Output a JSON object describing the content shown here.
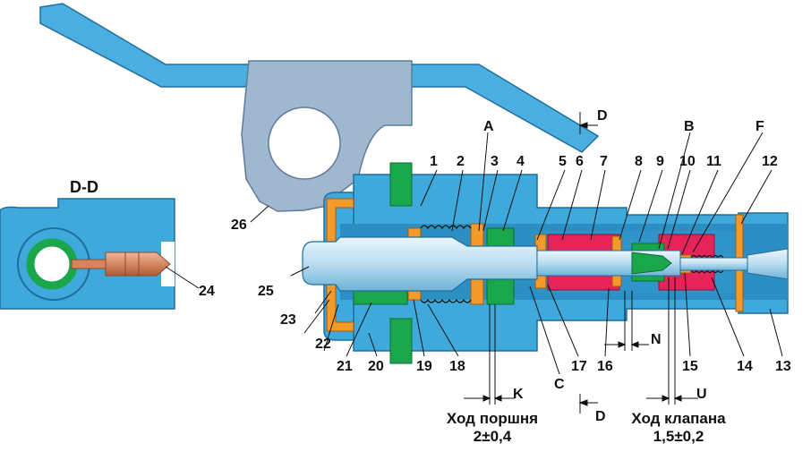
{
  "section_title": "D-D",
  "section_letter": "D",
  "part_numbers": [
    "1",
    "2",
    "3",
    "4",
    "5",
    "6",
    "7",
    "8",
    "9",
    "10",
    "11",
    "12",
    "13",
    "14",
    "15",
    "16",
    "17",
    "18",
    "19",
    "20",
    "21",
    "22",
    "23",
    "24",
    "25",
    "26"
  ],
  "zone_letters": [
    "A",
    "B",
    "C",
    "F",
    "K",
    "N",
    "U"
  ],
  "piston_travel": {
    "label": "Ход поршня",
    "value": "2±0,4"
  },
  "valve_travel": {
    "label": "Ход клапана",
    "value": "1,5±0,2"
  },
  "colors": {
    "body_blue": "#3fa9dc",
    "body_dark": "#1f78b4",
    "bracket_gray": "#9fb7cf",
    "seal_orange": "#f39a2a",
    "ring_green": "#1aa64b",
    "chamber_red": "#e6245a",
    "rod_light": "#d6ecf7",
    "tip_copper": "#d9825b"
  }
}
